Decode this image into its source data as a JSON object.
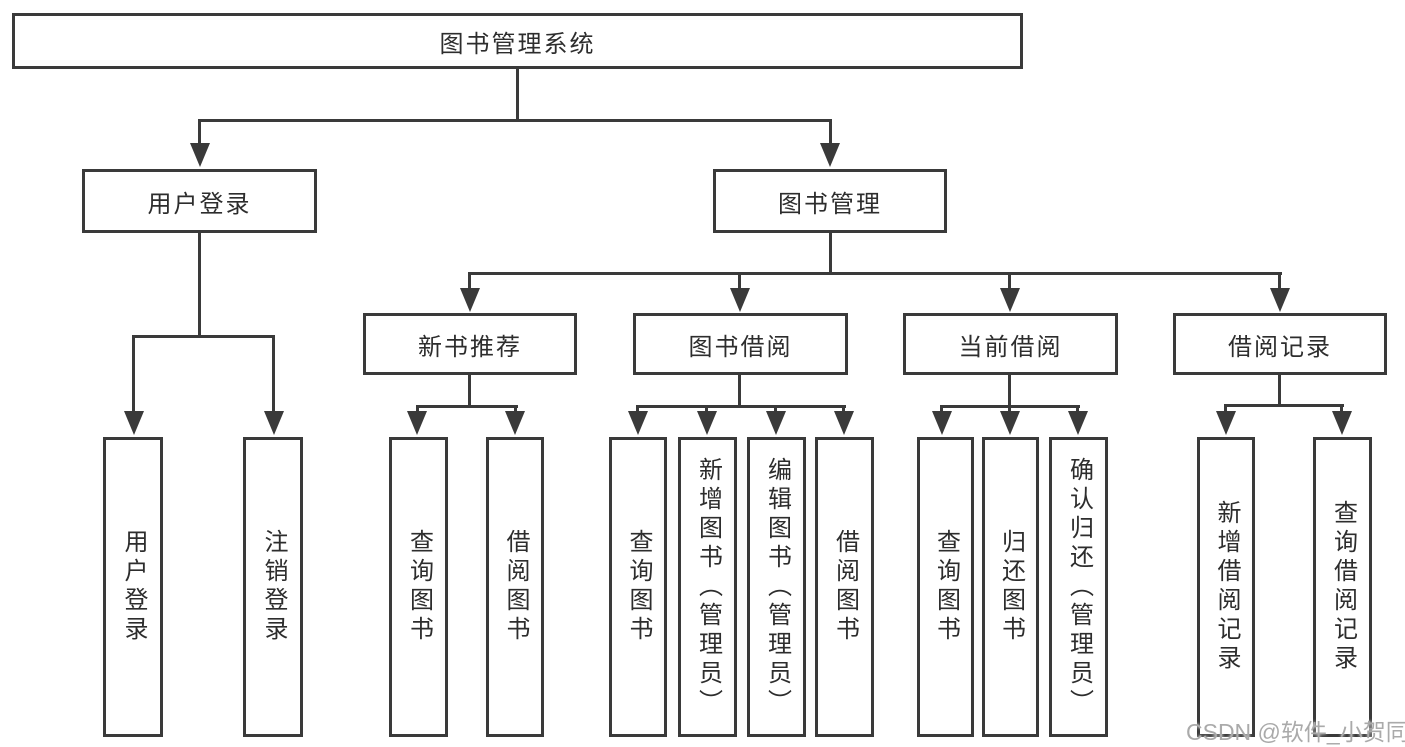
{
  "colors": {
    "line": "#3a3a3a",
    "text": "#2d2d2d",
    "watermark": "#aaaaaa",
    "background": "#ffffff"
  },
  "watermark": {
    "text": "CSDN @软件_小贺同学"
  },
  "diagram": {
    "type": "hierarchy-tree",
    "root": {
      "label": "图书管理系统"
    },
    "branches": [
      {
        "label": "用户登录",
        "children": [
          {
            "label": "用户登录"
          },
          {
            "label": "注销登录"
          }
        ]
      },
      {
        "label": "图书管理",
        "children": [
          {
            "label": "新书推荐",
            "children": [
              {
                "label": "查询图书"
              },
              {
                "label": "借阅图书"
              }
            ]
          },
          {
            "label": "图书借阅",
            "children": [
              {
                "label": "查询图书"
              },
              {
                "label": "新增图书（管理员）"
              },
              {
                "label": "编辑图书（管理员）"
              },
              {
                "label": "借阅图书"
              }
            ]
          },
          {
            "label": "当前借阅",
            "children": [
              {
                "label": "查询图书"
              },
              {
                "label": "归还图书"
              },
              {
                "label": "确认归还（管理员）"
              }
            ]
          },
          {
            "label": "借阅记录",
            "children": [
              {
                "label": "新增借阅记录"
              },
              {
                "label": "查询借阅记录"
              }
            ]
          }
        ]
      }
    ]
  }
}
